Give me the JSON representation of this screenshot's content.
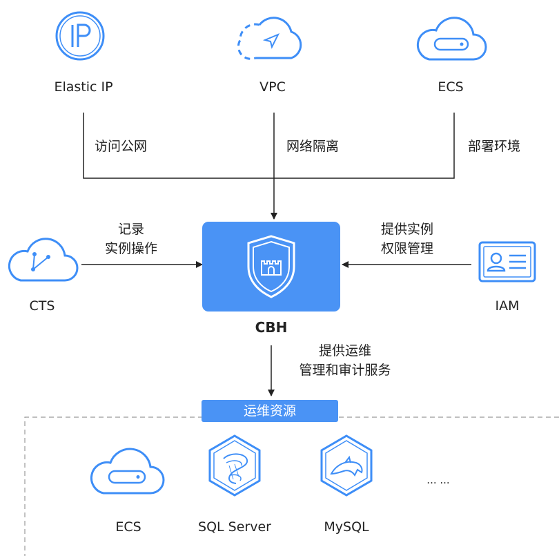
{
  "top_services": [
    {
      "name": "Elastic IP",
      "edge_label": "访问公网"
    },
    {
      "name": "VPC",
      "edge_label": "网络隔离"
    },
    {
      "name": "ECS",
      "edge_label": "部署环境"
    }
  ],
  "center": {
    "name": "CBH"
  },
  "left_service": {
    "name": "CTS",
    "edge_label_line1": "记录",
    "edge_label_line2": "实例操作"
  },
  "right_service": {
    "name": "IAM",
    "edge_label_line1": "提供实例",
    "edge_label_line2": "权限管理"
  },
  "down_edge": {
    "line1": "提供运维",
    "line2": "管理和审计服务"
  },
  "resources": {
    "title": "运维资源",
    "items": [
      {
        "name": "ECS"
      },
      {
        "name": "SQL Server"
      },
      {
        "name": "MySQL"
      }
    ],
    "more": "... ..."
  },
  "colors": {
    "accent": "#4a93f5",
    "icon_blue": "#3e8ef7",
    "line": "#222222",
    "dash": "#999999"
  }
}
